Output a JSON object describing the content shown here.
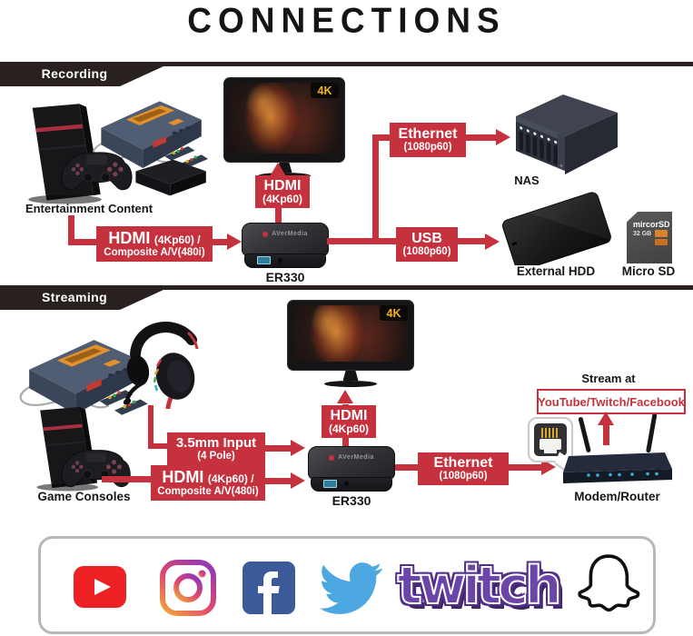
{
  "title": "CONNECTIONS",
  "sections": {
    "recording": {
      "header": "Recording",
      "source_label": "Entertainment Content",
      "device": {
        "brand": "AVerMedia",
        "model": "ER330"
      },
      "monitor_badge": "4K",
      "connections": {
        "input": {
          "big": "HDMI",
          "small": "(4Kp60) /",
          "line2": "Composite A/V(480i)"
        },
        "hdmi_out": {
          "big": "HDMI",
          "small": "(4Kp60)"
        },
        "ethernet": {
          "big": "Ethernet",
          "small": "(1080p60)"
        },
        "usb": {
          "big": "USB",
          "small": "(1080p60)"
        }
      },
      "targets": {
        "nas": "NAS",
        "hdd": "External HDD",
        "sd": "Micro SD",
        "sd_brand": "mircorSD",
        "sd_capacity": "32 GB"
      }
    },
    "streaming": {
      "header": "Streaming",
      "source_label": "Game Consoles",
      "device": {
        "brand": "AVerMedia",
        "model": "ER330"
      },
      "monitor_badge": "4K",
      "connections": {
        "audio": {
          "big": "3.5mm Input",
          "small": "(4 Pole)"
        },
        "input": {
          "big": "HDMI",
          "small": "(4Kp60) /",
          "line2": "Composite A/V(480i)"
        },
        "hdmi_out": {
          "big": "HDMI",
          "small": "(4Kp60)"
        },
        "ethernet": {
          "big": "Ethernet",
          "small": "(1080p60)"
        }
      },
      "router_label": "Modem/Router",
      "stream_at": "Stream at",
      "platforms": "YouTube/Twitch/Facebook"
    }
  },
  "social": {
    "twitch_wordmark": "twitch",
    "icons": [
      "youtube-icon",
      "instagram-icon",
      "facebook-icon",
      "twitter-icon",
      "twitch-wordmark",
      "snapchat-icon"
    ]
  },
  "colors": {
    "red": "#c5323e",
    "dark_header": "#28211f",
    "twitch_purple": "#6b46a8",
    "badge_yellow": "#f2b31c"
  }
}
